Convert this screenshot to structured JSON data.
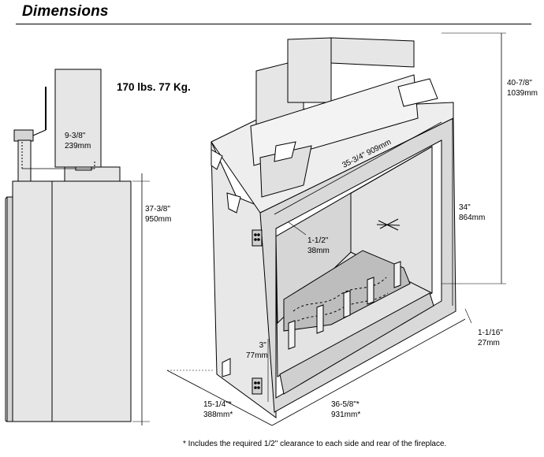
{
  "header": {
    "title": "Dimensions"
  },
  "weight": "170 lbs. 77 Kg.",
  "dimensions": {
    "flue_offset": {
      "imperial": "9-3/8\"",
      "metric": "239mm"
    },
    "side_height": {
      "imperial": "37-3/8\"",
      "metric": "950mm"
    },
    "overall_height": {
      "imperial": "40-7/8\"",
      "metric": "1039mm"
    },
    "opening_width": {
      "imperial": "35-3/4\"",
      "metric": "909mm"
    },
    "opening_height": {
      "imperial": "34\"",
      "metric": "864mm"
    },
    "trim_side": {
      "imperial": "1-1/2\"",
      "metric": "38mm"
    },
    "base_trim": {
      "imperial": "3\"",
      "metric": "77mm"
    },
    "bottom_trim": {
      "imperial": "1-1/16\"",
      "metric": "27mm"
    },
    "depth": {
      "imperial": "15-1/4\"*",
      "metric": "388mm*"
    },
    "width": {
      "imperial": "36-5/8\"*",
      "metric": "931mm*"
    }
  },
  "footnote": "* Includes the required 1/2\" clearance to each side and rear of the fireplace."
}
